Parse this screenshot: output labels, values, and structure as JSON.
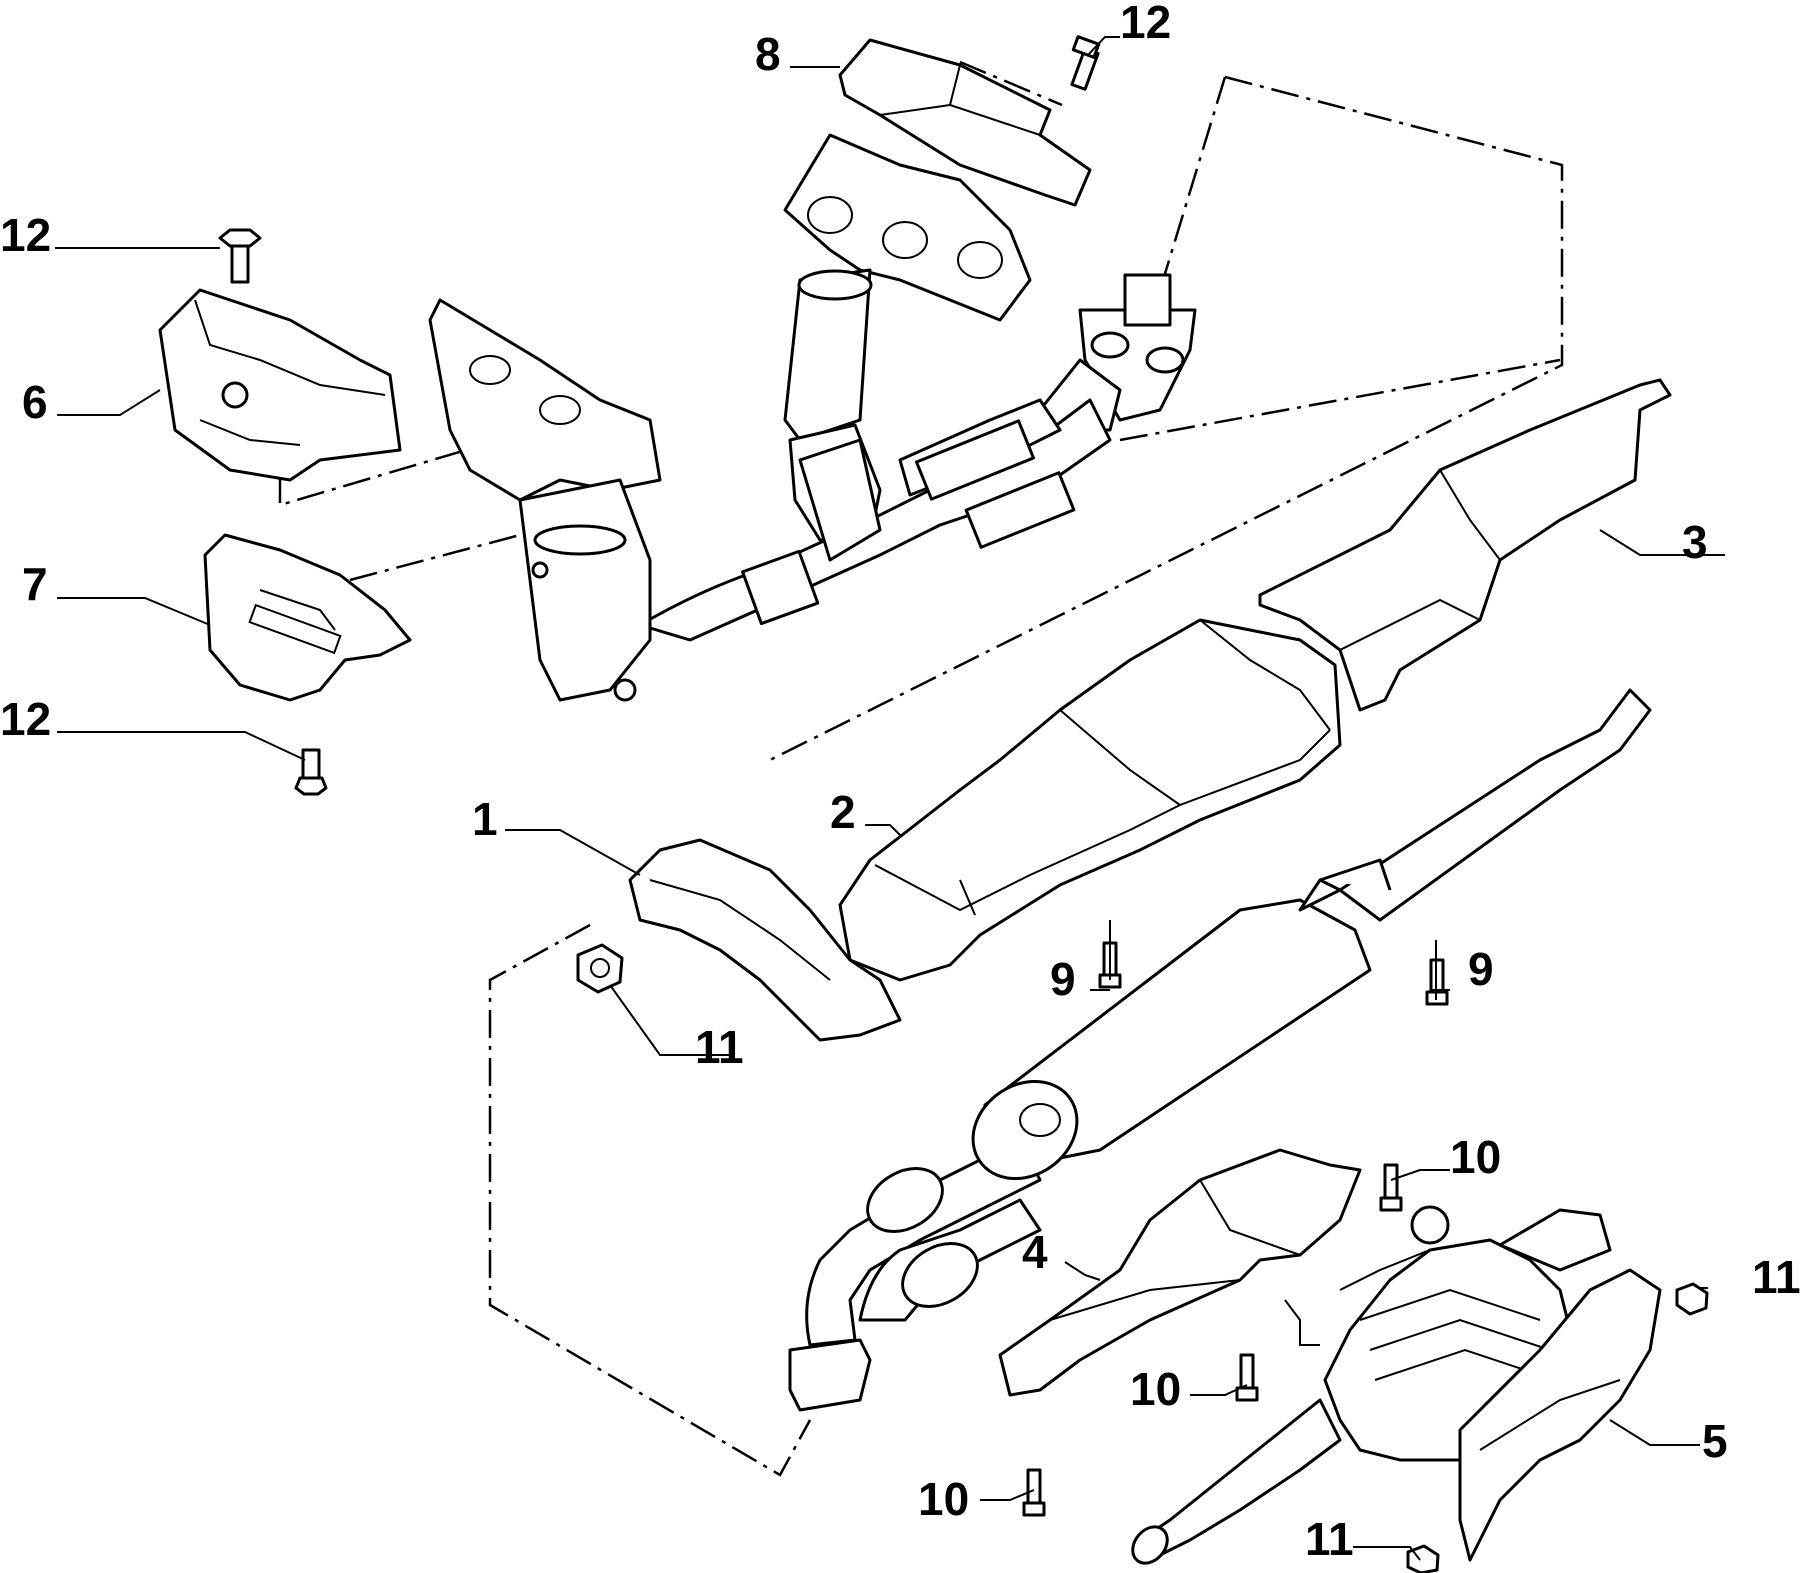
{
  "callouts": [
    {
      "id": "c1",
      "label": "1"
    },
    {
      "id": "c2",
      "label": "2"
    },
    {
      "id": "c3",
      "label": "3"
    },
    {
      "id": "c4",
      "label": "4"
    },
    {
      "id": "c5",
      "label": "5"
    },
    {
      "id": "c6",
      "label": "6"
    },
    {
      "id": "c7",
      "label": "7"
    },
    {
      "id": "c8",
      "label": "8"
    },
    {
      "id": "c9a",
      "label": "9"
    },
    {
      "id": "c9b",
      "label": "9"
    },
    {
      "id": "c10a",
      "label": "10"
    },
    {
      "id": "c10b",
      "label": "10"
    },
    {
      "id": "c10c",
      "label": "10"
    },
    {
      "id": "c11a",
      "label": "11"
    },
    {
      "id": "c11b",
      "label": "11"
    },
    {
      "id": "c11c",
      "label": "11"
    },
    {
      "id": "c12a",
      "label": "12"
    },
    {
      "id": "c12b",
      "label": "12"
    },
    {
      "id": "c12c",
      "label": "12"
    }
  ],
  "colors": {
    "line": "#000000",
    "background": "#ffffff"
  }
}
